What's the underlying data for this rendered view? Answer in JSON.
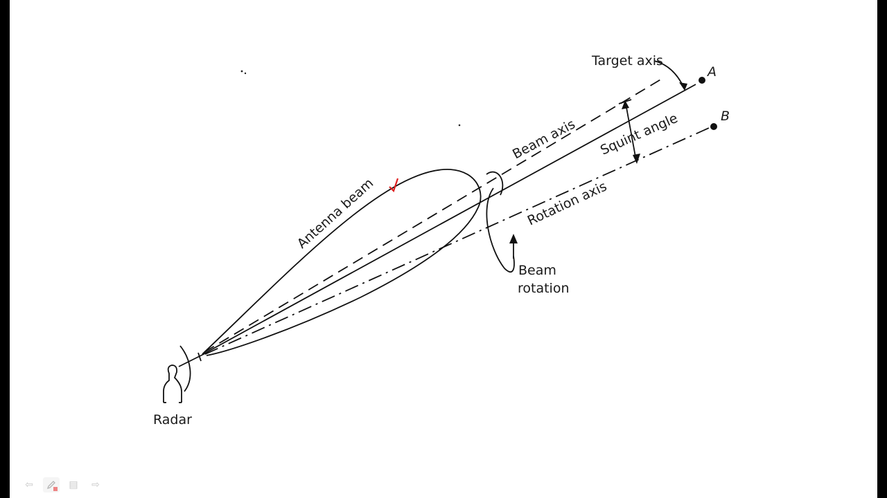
{
  "diagram": {
    "labels": {
      "target_axis": "Target axis",
      "point_a": "A",
      "point_b": "B",
      "beam_axis": "Beam axis",
      "squint_angle": "Squint angle",
      "antenna_beam": "Antenna beam",
      "rotation_axis": "Rotation axis",
      "beam_rotation_line1": "Beam",
      "beam_rotation_line2": "rotation",
      "radar": "Radar"
    },
    "colors": {
      "ink": "#111111",
      "annotation": "#e02020",
      "background": "#ffffff",
      "frame": "#000000"
    }
  },
  "toolbar": {
    "icons": [
      "prev-arrow-icon",
      "pen-icon",
      "menu-icon",
      "next-arrow-icon"
    ],
    "prev_glyph": "⇦",
    "menu_glyph": "▤",
    "next_glyph": "⇨"
  }
}
